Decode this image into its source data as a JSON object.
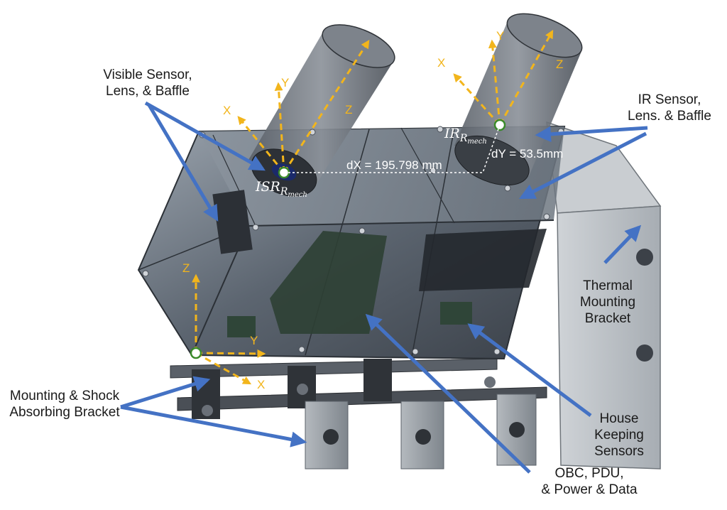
{
  "labels": {
    "visible": [
      "Visible Sensor,",
      "Lens, & Baffle"
    ],
    "ir": [
      "IR Sensor,",
      "Lens. & Baffle"
    ],
    "thermal": [
      "Thermal",
      "Mounting",
      "Bracket"
    ],
    "mounting": [
      "Mounting & Shock",
      "Absorbing Bracket"
    ],
    "housekeeping": [
      "House",
      "Keeping",
      "Sensors"
    ],
    "obc": [
      "OBC, PDU,",
      "& Power & Data"
    ]
  },
  "frames": {
    "isr": {
      "base": "ISR",
      "sub1": "R",
      "sub2": "mech"
    },
    "ir": {
      "base": "IR",
      "sub1": "R",
      "sub2": "mech"
    }
  },
  "dims": {
    "dx": "dX = 195.798 mm",
    "dy": "dY = 53.5mm"
  },
  "axes": {
    "x": "X",
    "y": "Y",
    "z": "Z"
  },
  "colors": {
    "arrow": "#4472c4",
    "axis": "#f2b51c",
    "housing": "#565f6a",
    "bracket": "#8f959c"
  }
}
